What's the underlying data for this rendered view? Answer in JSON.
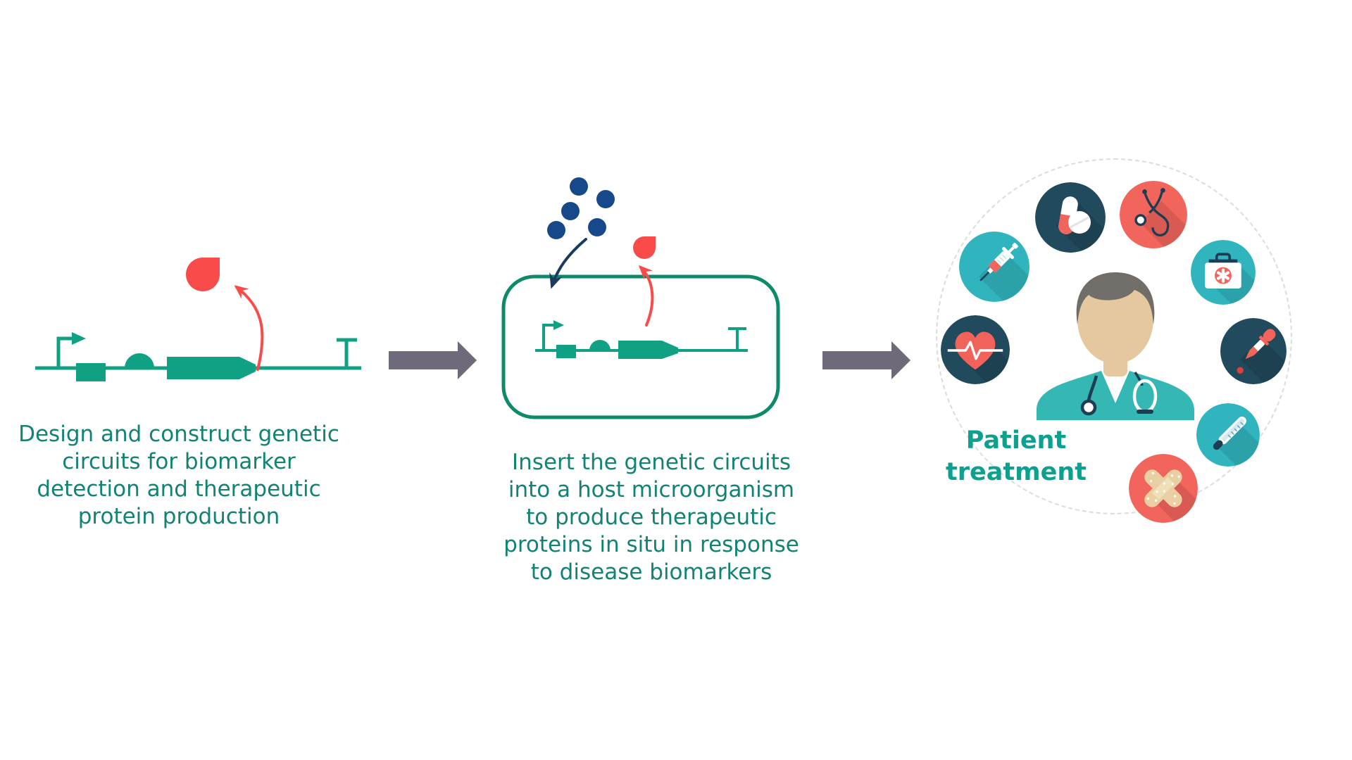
{
  "steps": [
    {
      "id": "design-circuits",
      "caption": "Design and construct genetic\ncircuits for biomarker\ndetection and therapeutic\nprotein production",
      "diagram": "genetic-circuit",
      "circuit_parts": [
        "promoter",
        "operator",
        "rbs",
        "cds",
        "terminator"
      ],
      "output": "therapeutic-protein-droplet"
    },
    {
      "id": "insert-into-host",
      "caption": "Insert the genetic circuits\ninto a host microorganism\nto produce therapeutic\nproteins in situ in response\nto disease biomarkers",
      "diagram": "host-cell-with-circuit",
      "circuit_parts": [
        "promoter",
        "operator",
        "rbs",
        "cds",
        "terminator"
      ],
      "biomarker_dot_count": 5,
      "output": "therapeutic-protein-droplet"
    },
    {
      "id": "patient-treatment",
      "caption": "Patient\ntreatment",
      "diagram": "patient-treatment-circle",
      "icons": [
        "capsule-pill",
        "stethoscope",
        "first-aid-kit",
        "dropper",
        "thermometer",
        "bandage",
        "heart-ekg",
        "syringe",
        "doctor-avatar"
      ]
    }
  ],
  "colors": {
    "teal": "#10A185",
    "cell_green": "#0C8A6A",
    "caption_teal": "#128273",
    "label_teal": "#0CA18E",
    "red": "#FA4B4B",
    "coral": "#F2655C",
    "navy_circle": "#214A5C",
    "navy_stroke": "#1D3D52",
    "blue_dot": "#17498A",
    "navy_arrow": "#1A3B5D",
    "arrow_gray": "#6E6A79",
    "icon_teal": "#30B4BE",
    "skin": "#E5C8A0",
    "hair": "#716E69",
    "scrub": "#35B8B3",
    "bandage_tan": "#EACFA3",
    "dashed_border": "#DCDCDC"
  }
}
